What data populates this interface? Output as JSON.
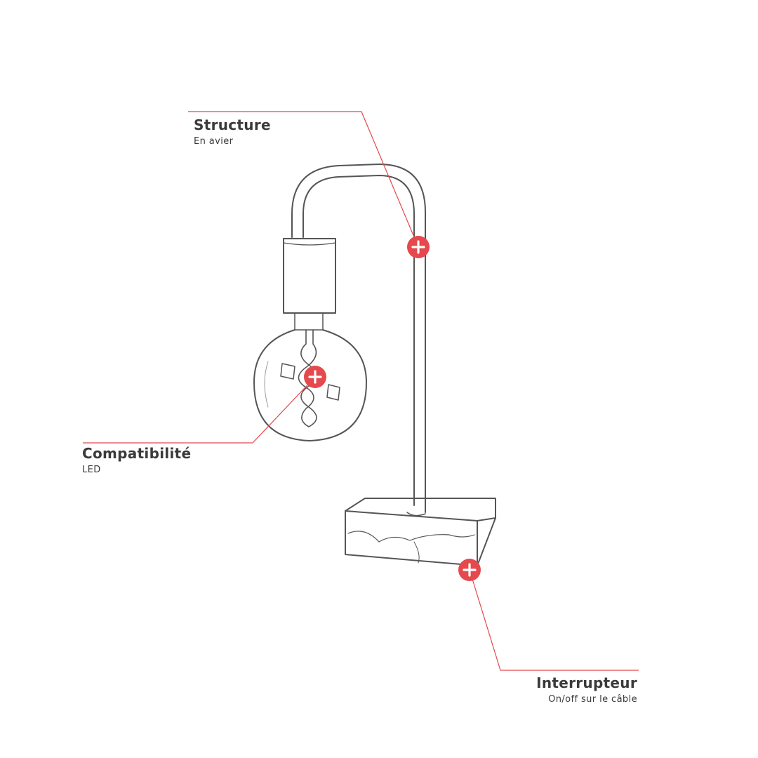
{
  "colors": {
    "accent": "#e5484d",
    "ink": "#3a3a3a",
    "sketch": "#555555"
  },
  "callouts": {
    "structure": {
      "title": "Structure",
      "subtitle": "En avier"
    },
    "compatibility": {
      "title": "Compatibilité",
      "subtitle": "LED"
    },
    "switch": {
      "title": "Interrupteur",
      "subtitle": "On/off sur le câble"
    }
  }
}
